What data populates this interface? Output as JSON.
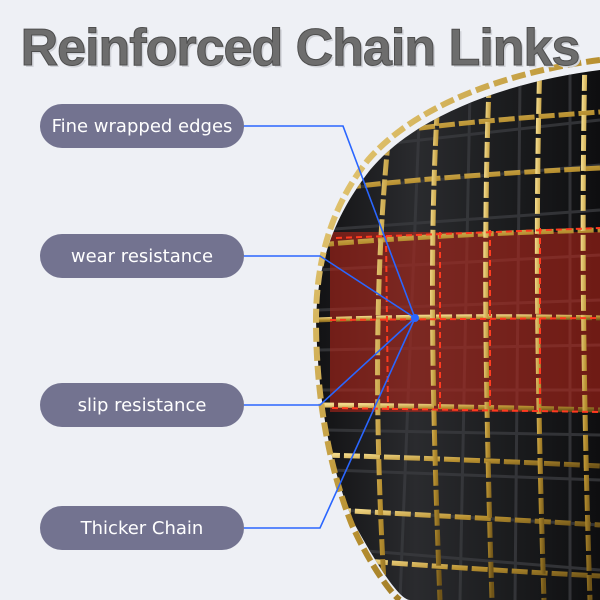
{
  "title": "Reinforced Chain Links",
  "labels": [
    "Fine wrapped edges",
    "wear resistance",
    "slip resistance",
    "Thicker Chain"
  ],
  "colors": {
    "background": "#eef0f5",
    "title_text": "#6d6d6d",
    "label_bg": "#737390",
    "label_text": "#ffffff",
    "callout_line": "#2a66ff",
    "highlight": "#ff3a1f",
    "chain_gold": "#c9a444",
    "tire": "#1c1c1e"
  }
}
